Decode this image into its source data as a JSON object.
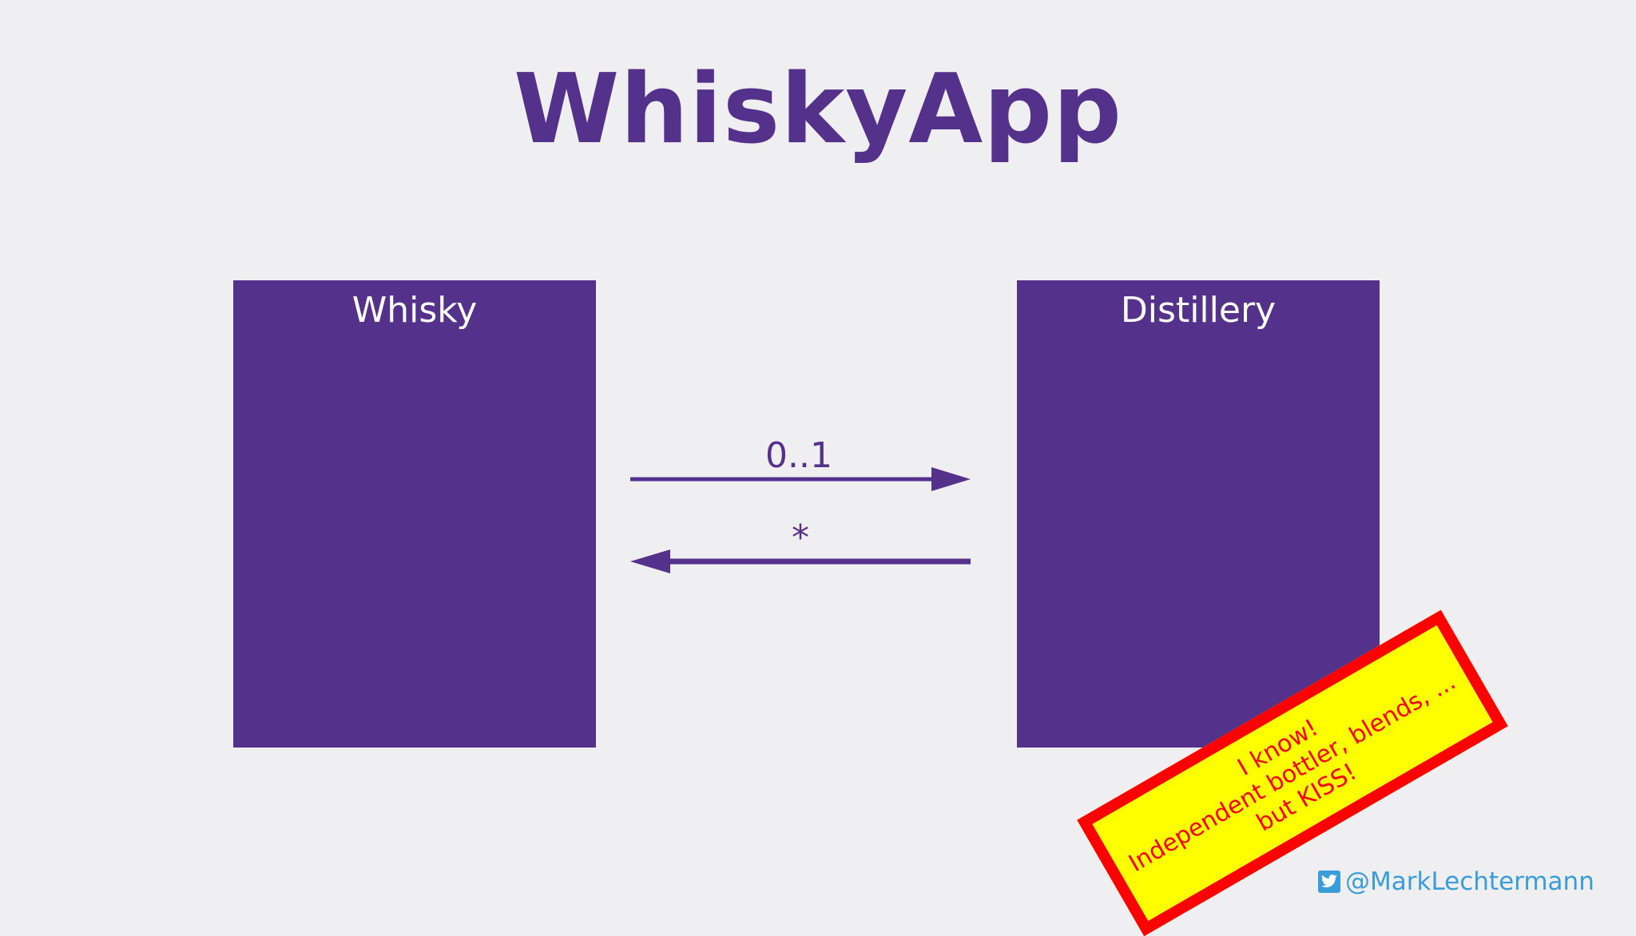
{
  "slide": {
    "title": "WhiskyApp"
  },
  "diagram": {
    "classes": [
      {
        "name": "Whisky"
      },
      {
        "name": "Distillery"
      }
    ],
    "associations": [
      {
        "from": "Whisky",
        "to": "Distillery",
        "multiplicity": "0..1"
      },
      {
        "from": "Distillery",
        "to": "Whisky",
        "multiplicity": "*"
      }
    ]
  },
  "sticker": {
    "lines": [
      "I know!",
      "Independent bottler, blends, ...",
      "but KISS!"
    ]
  },
  "credit": {
    "icon": "twitter-icon",
    "handle": "@MarkLechtermann"
  },
  "colors": {
    "background": "#efeff1",
    "primary": "#54318a",
    "sticker_fill": "#ffff00",
    "sticker_text": "#ff0000",
    "credit": "#3a9ddb"
  }
}
